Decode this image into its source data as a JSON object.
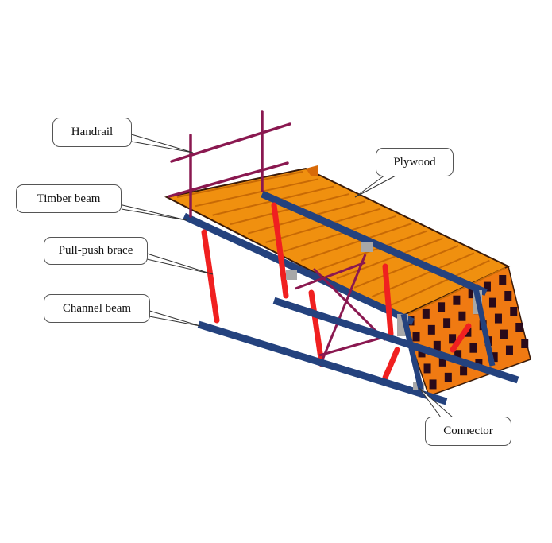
{
  "labels": {
    "handrail": "Handrail",
    "timber_beam": "Timber beam",
    "pull_push_brace": "Pull-push brace",
    "channel_beam": "Channel beam",
    "plywood": "Plywood",
    "connector": "Connector"
  },
  "colors": {
    "timber": "#f0900f",
    "plywood_edge": "#3a1a08",
    "steel_beam": "#24427e",
    "brace": "#f02020",
    "handrail": "#8a1850",
    "connector": "#a8a8a8"
  }
}
